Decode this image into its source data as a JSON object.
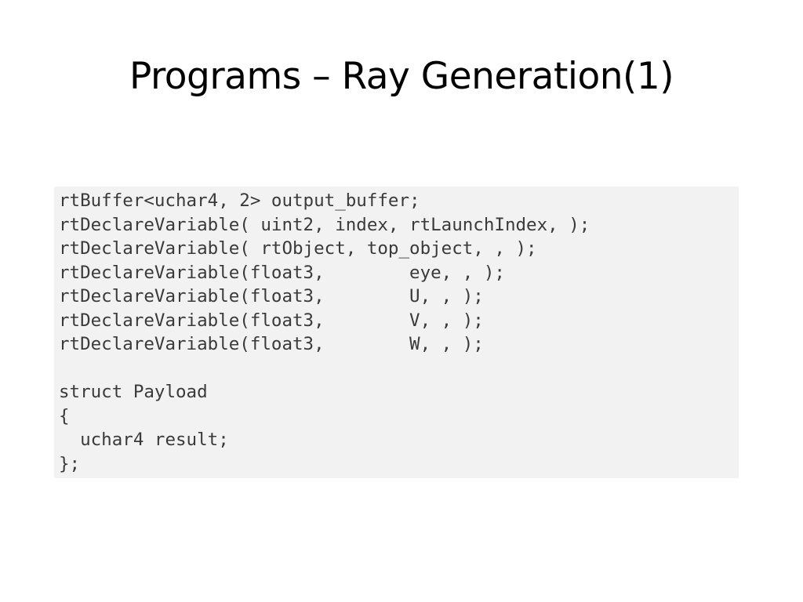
{
  "slide": {
    "title": "Programs – Ray Generation(1)"
  },
  "code": {
    "lines": [
      "rtBuffer<uchar4, 2> output_buffer;",
      "rtDeclareVariable( uint2, index, rtLaunchIndex, );",
      "rtDeclareVariable( rtObject, top_object, , );",
      "rtDeclareVariable(float3,        eye, , );",
      "rtDeclareVariable(float3,        U, , );",
      "rtDeclareVariable(float3,        V, , );",
      "rtDeclareVariable(float3,        W, , );",
      "",
      "struct Payload",
      "{",
      "  uchar4 result;",
      "};"
    ]
  }
}
